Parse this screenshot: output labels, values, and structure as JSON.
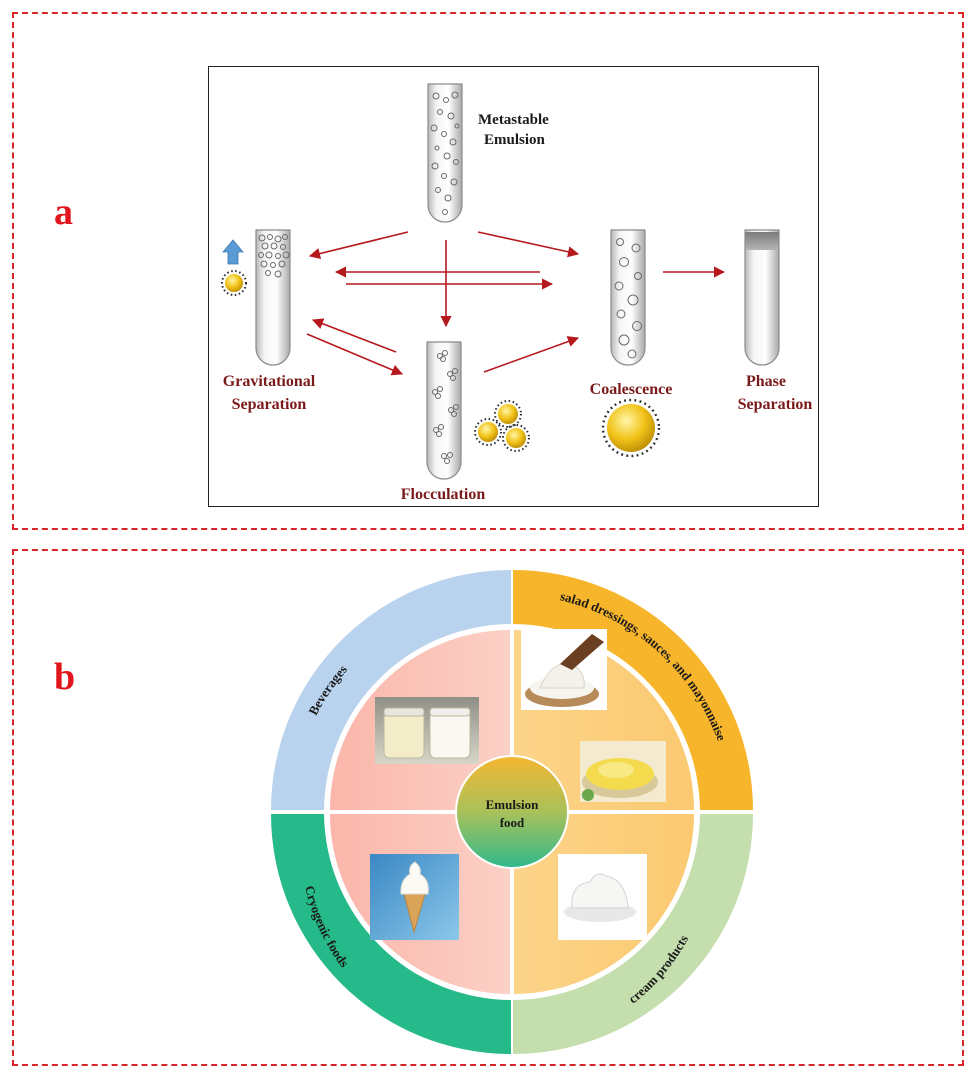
{
  "panel_a": {
    "letter": "a",
    "labels": {
      "metastable_line1": "Metastable",
      "metastable_line2": "Emulsion",
      "gravitational_line1": "Gravitational",
      "gravitational_line2": "Separation",
      "flocculation": "Flocculation",
      "coalescence": "Coalescence",
      "phase_line1": "Phase",
      "phase_line2": "Separation"
    },
    "colors": {
      "arrow": "#b5191e",
      "label": "#7a1a1a",
      "droplet": "#f2c318"
    }
  },
  "panel_b": {
    "letter": "b",
    "center_line1": "Emulsion",
    "center_line2": "food",
    "segments": {
      "beverages": "Beverages",
      "dressings": "salad dressings, sauces, and mayonnaise",
      "cryogenic": "Cryogenic foods",
      "cream": "cream products"
    },
    "colors": {
      "beverages_ring": "#b9d3ee",
      "dressings_ring": "#f7b52b",
      "cryogenic_ring": "#26b98a",
      "cream_ring": "#c4dfad",
      "inner_left": "#fbc1b8",
      "inner_right": "#fbcf7e"
    }
  }
}
